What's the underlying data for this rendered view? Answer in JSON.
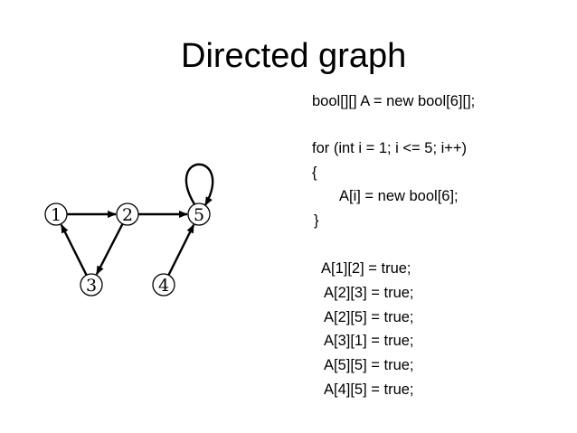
{
  "slide": {
    "title": "Directed graph"
  },
  "graph": {
    "nodes": [
      {
        "id": "1",
        "label": "1"
      },
      {
        "id": "2",
        "label": "2"
      },
      {
        "id": "3",
        "label": "3"
      },
      {
        "id": "4",
        "label": "4"
      },
      {
        "id": "5",
        "label": "5"
      }
    ],
    "edges": [
      {
        "from": "1",
        "to": "2"
      },
      {
        "from": "2",
        "to": "3"
      },
      {
        "from": "2",
        "to": "5"
      },
      {
        "from": "3",
        "to": "1"
      },
      {
        "from": "5",
        "to": "5"
      },
      {
        "from": "4",
        "to": "5"
      }
    ]
  },
  "code": {
    "line1": "bool[][] A = new bool[6][];",
    "line2": "for (int i = 1; i <= 5; i++)",
    "line3": "{",
    "line4": "A[i] = new bool[6];",
    "line5": "}",
    "line6": "A[1][2] = true;",
    "line7": "A[2][3] = true;",
    "line8": "A[2][5] = true;",
    "line9": "A[3][1] = true;",
    "line10": "A[5][5] = true;",
    "line11": "A[4][5] = true;"
  }
}
